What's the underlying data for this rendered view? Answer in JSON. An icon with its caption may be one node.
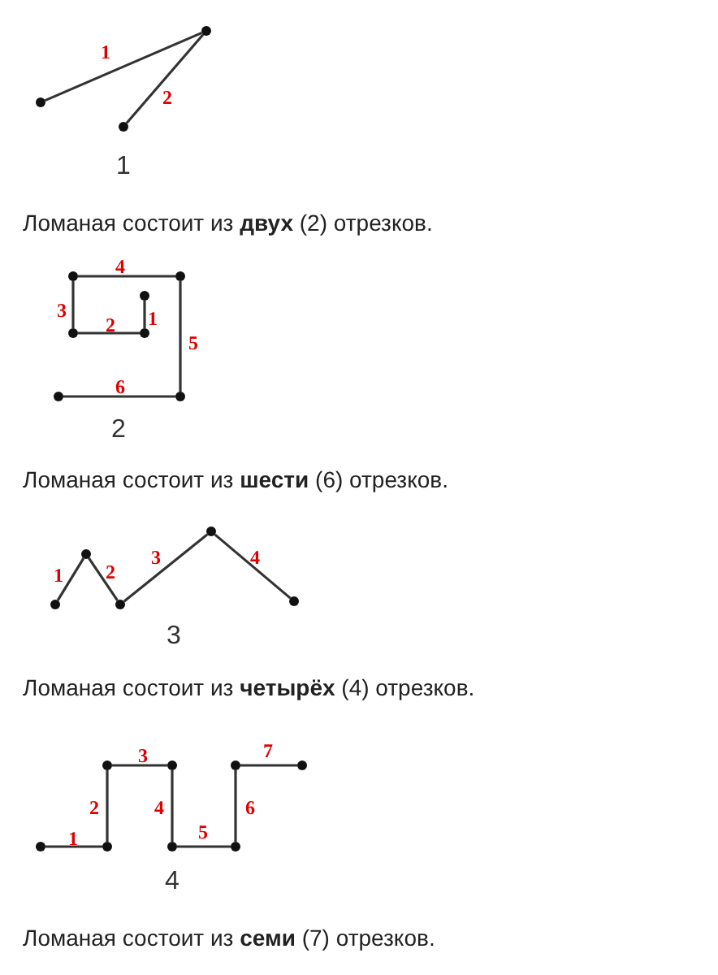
{
  "diagram": {
    "nodes": [
      {
        "text": [],
        "shape": "circle"
      },
      {
        "text": [],
        "shape": "circle"
      },
      {
        "text": [],
        "shape": "circle"
      },
      {
        "text": [],
        "shape": "circle"
      },
      {
        "text": [],
        "shape": "circle"
      },
      {
        "text": [],
        "shape": "circle"
      },
      {
        "text": [],
        "shape": "circle"
      },
      {
        "text": [],
        "shape": "circle"
      },
      {
        "text": [],
        "shape": "circle"
      },
      {
        "text": [],
        "shape": "circle"
      },
      {
        "text": [],
        "shape": "circle"
      },
      {
        "text": [],
        "shape": "circle"
      },
      {
        "text": [],
        "shape": "circle"
      },
      {
        "text": [],
        "shape": "circle"
      },
      {
        "text": [],
        "shape": "circle"
      },
      {
        "text": [],
        "shape": "circle"
      },
      {
        "text": [],
        "shape": "circle"
      },
      {
        "text": [],
        "shape": "circle"
      },
      {
        "text": [],
        "shape": "circle"
      },
      {
        "text": [],
        "shape": "circle"
      },
      {
        "text": [],
        "shape": "circle"
      },
      {
        "text": [],
        "shape": "circle"
      },
      {
        "text": [],
        "shape": "circle"
      }
    ],
    "edges": [
      {
        "from": 0,
        "to": 1,
        "arrow": "none",
        "label": "1"
      },
      {
        "from": 1,
        "to": 2,
        "arrow": "none",
        "label": "2"
      },
      {
        "from": 3,
        "to": 4,
        "arrow": "none",
        "label": "1"
      },
      {
        "from": 4,
        "to": 5,
        "arrow": "none",
        "label": "2"
      },
      {
        "from": 5,
        "to": 6,
        "arrow": "none",
        "label": "3"
      },
      {
        "from": 6,
        "to": 7,
        "arrow": "none",
        "label": "4"
      },
      {
        "from": 7,
        "to": 8,
        "arrow": "none",
        "label": "5"
      },
      {
        "from": 8,
        "to": 9,
        "arrow": "none",
        "label": "6"
      },
      {
        "from": 10,
        "to": 11,
        "arrow": "none",
        "label": "1"
      },
      {
        "from": 11,
        "to": 12,
        "arrow": "none",
        "label": "2"
      },
      {
        "from": 12,
        "to": 13,
        "arrow": "none",
        "label": "3"
      },
      {
        "from": 13,
        "to": 14,
        "arrow": "none",
        "label": "4"
      },
      {
        "from": 15,
        "to": 16,
        "arrow": "none",
        "label": "1"
      },
      {
        "from": 16,
        "to": 17,
        "arrow": "none",
        "label": "2"
      },
      {
        "from": 17,
        "to": 18,
        "arrow": "none",
        "label": "3"
      },
      {
        "from": 18,
        "to": 19,
        "arrow": "none",
        "label": "4"
      },
      {
        "from": 19,
        "to": 20,
        "arrow": "none",
        "label": "5"
      },
      {
        "from": 20,
        "to": 21,
        "arrow": "none",
        "label": "6"
      },
      {
        "from": 21,
        "to": 22,
        "arrow": "none",
        "label": "7"
      }
    ],
    "labels": [
      "1",
      "Ломаная состоит из **двух** (2) отрезков.",
      "2",
      "Ломаная состоит из **шести** (6) отрезков.",
      "3",
      "Ломаная состоит из **четырёх** (4) отрезков.",
      "4",
      "Ломаная состоит из **семи** (7) отрезков."
    ]
  }
}
